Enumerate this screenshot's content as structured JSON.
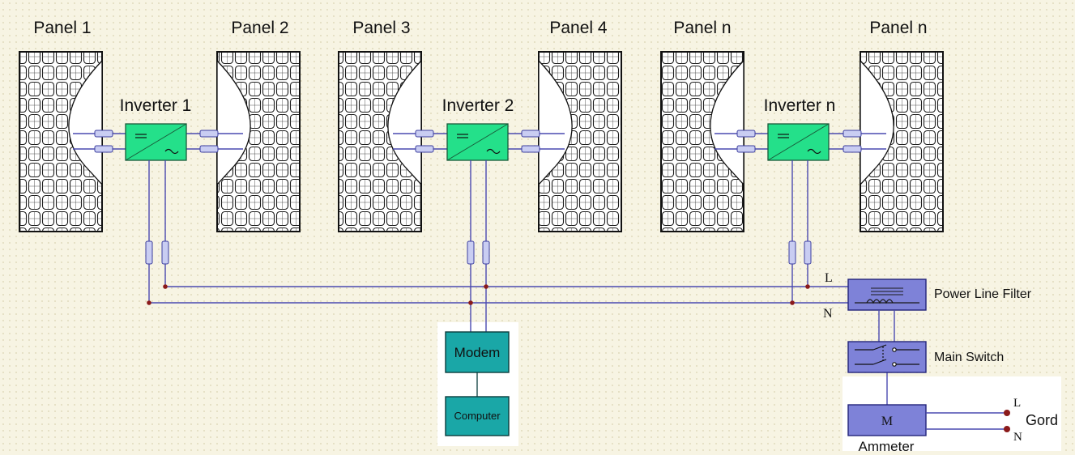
{
  "panels": [
    "Panel 1",
    "Panel 2",
    "Panel 3",
    "Panel 4",
    "Panel n",
    "Panel n"
  ],
  "inverters": [
    "Inverter 1",
    "Inverter 2",
    "Inverter n"
  ],
  "line_labels": {
    "live": "L",
    "neutral": "N"
  },
  "power_line_filter": "Power Line Filter",
  "main_switch": "Main Switch",
  "ammeter_symbol": "M",
  "ammeter": "Ammeter",
  "grid_label": "Gord",
  "grid_live": "L",
  "grid_neutral": "N",
  "modem": "Modem",
  "computer": "Computer",
  "colors": {
    "inverter_fill": "#24e08a",
    "box_blue": "#7e82d8",
    "box_teal": "#1aa7a7",
    "wire": "#4a4ab0",
    "node": "#8b1a1a"
  },
  "icons": [
    "solar-panel-icon",
    "inverter-icon",
    "fuse-icon",
    "filter-coil-icon",
    "switch-icon",
    "terminal-dot-icon"
  ]
}
